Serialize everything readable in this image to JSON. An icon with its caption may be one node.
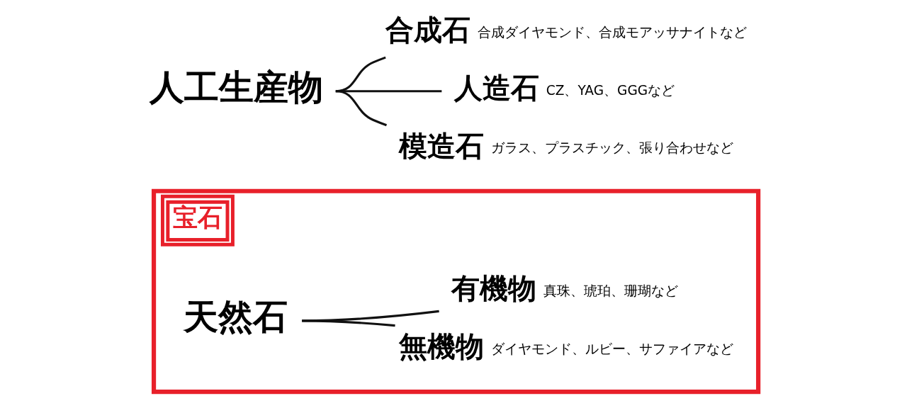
{
  "diagram": {
    "nodes": [
      {
        "text": [
          "宝石"
        ]
      },
      {
        "text": [
          "天然石"
        ],
        "in": 0
      },
      {
        "text": [
          "無機物"
        ],
        "in": 0,
        "beside": [
          "ダイヤモンド、ルビー、サファイアなど"
        ]
      },
      {
        "text": [
          "有機物"
        ],
        "in": 0,
        "beside": [
          "真珠、琥珀、珊瑚など"
        ]
      },
      {
        "text": [
          "人工生産物"
        ]
      },
      {
        "text": [
          "合成石"
        ],
        "beside": [
          "合成ダイヤモンド、合成モアッサナイトなど"
        ]
      },
      {
        "text": [
          "人造石"
        ],
        "beside": [
          "CZ、YAG、GGGなど"
        ]
      },
      {
        "text": [
          "模造石"
        ],
        "beside": [
          "ガラス、プラスチック、張り合わせなど"
        ]
      }
    ],
    "edges": [
      {
        "from": 1,
        "to": 2,
        "arrow": "none"
      },
      {
        "from": 1,
        "to": 3,
        "arrow": "none"
      },
      {
        "from": 4,
        "to": 5,
        "arrow": "none"
      },
      {
        "from": 4,
        "to": 6,
        "arrow": "none"
      },
      {
        "from": 4,
        "to": 7,
        "arrow": "none"
      }
    ]
  }
}
